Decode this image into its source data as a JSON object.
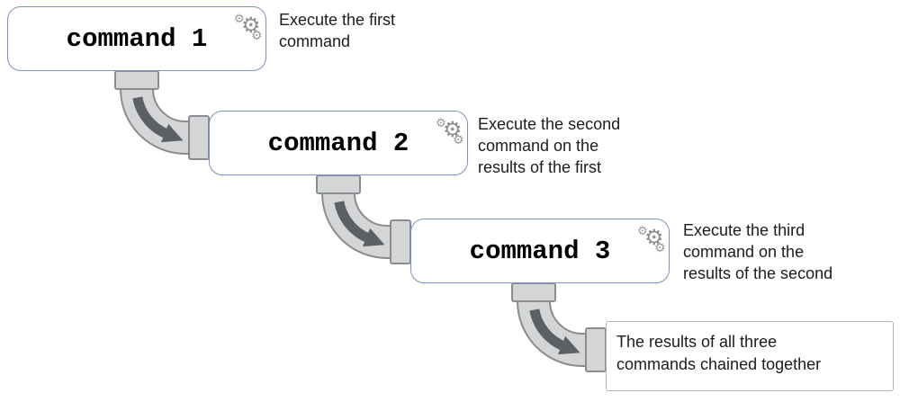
{
  "icons": {
    "gear": "⚙"
  },
  "colors": {
    "box_border": "#7e90c0",
    "result_border": "#a8b6c2",
    "pipe_fill": "#d4d5d6",
    "pipe_stroke": "#8a8d90",
    "arrow": "#5c6064",
    "gear": "#96989b",
    "gear_big": "#8d9093",
    "text": "#1c1c1c"
  },
  "commands": [
    {
      "label": "command 1",
      "description": [
        "Execute the first",
        "command"
      ]
    },
    {
      "label": "command 2",
      "description": [
        "Execute the second",
        "command on the",
        "results of the first"
      ]
    },
    {
      "label": "command 3",
      "description": [
        "Execute the third",
        "command on the",
        "results of the second"
      ]
    }
  ],
  "result": {
    "text": [
      "The results of all three",
      "commands chained together"
    ]
  }
}
